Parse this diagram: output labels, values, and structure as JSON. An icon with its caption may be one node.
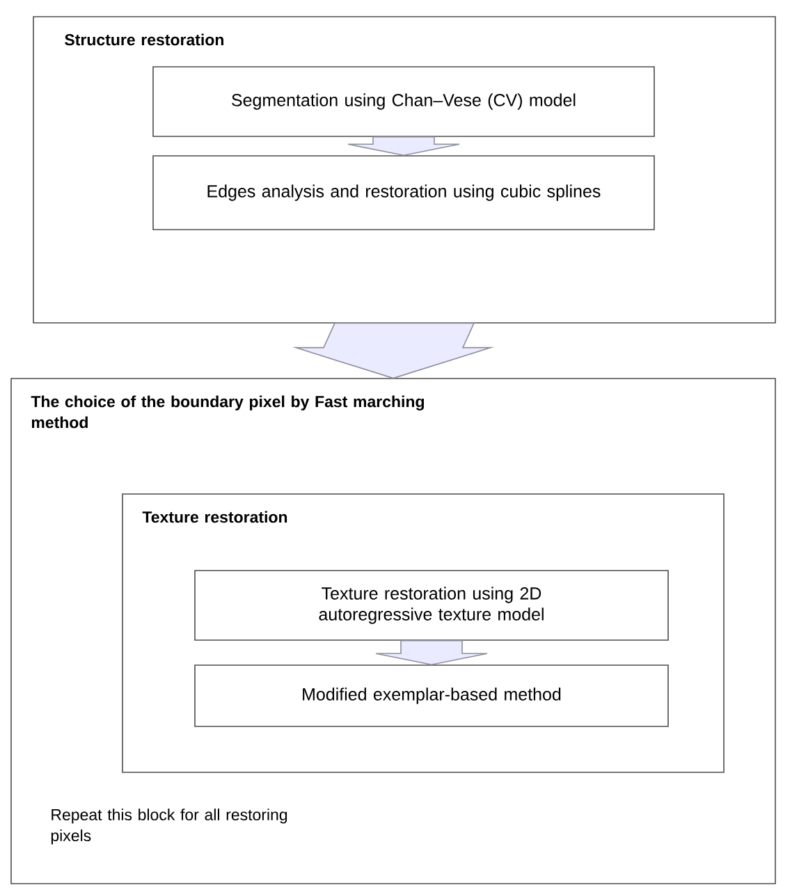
{
  "diagram": {
    "nodes": [
      {
        "text": [
          "Structure restoration"
        ]
      },
      {
        "text": [
          "Segmentation using Chan–Vese (CV) model"
        ],
        "in": 0
      },
      {
        "text": [
          "Edges analysis and restoration using cubic splines"
        ],
        "in": 0
      },
      {
        "text": [
          "The choice of the boundary pixel by Fast marching method",
          "Repeat this block for all restoring pixels"
        ]
      },
      {
        "text": [
          "Texture restoration"
        ],
        "in": 3
      },
      {
        "text": [
          "Texture restoration using 2D autoregressive texture model"
        ],
        "in": 4
      },
      {
        "text": [
          "Modified exemplar-based method"
        ],
        "in": 4
      }
    ],
    "edges": [
      {
        "from": 1,
        "to": 2,
        "arrow": "to"
      },
      {
        "from": 0,
        "to": 3,
        "arrow": "to"
      },
      {
        "from": 5,
        "to": 6,
        "arrow": "to"
      }
    ]
  }
}
